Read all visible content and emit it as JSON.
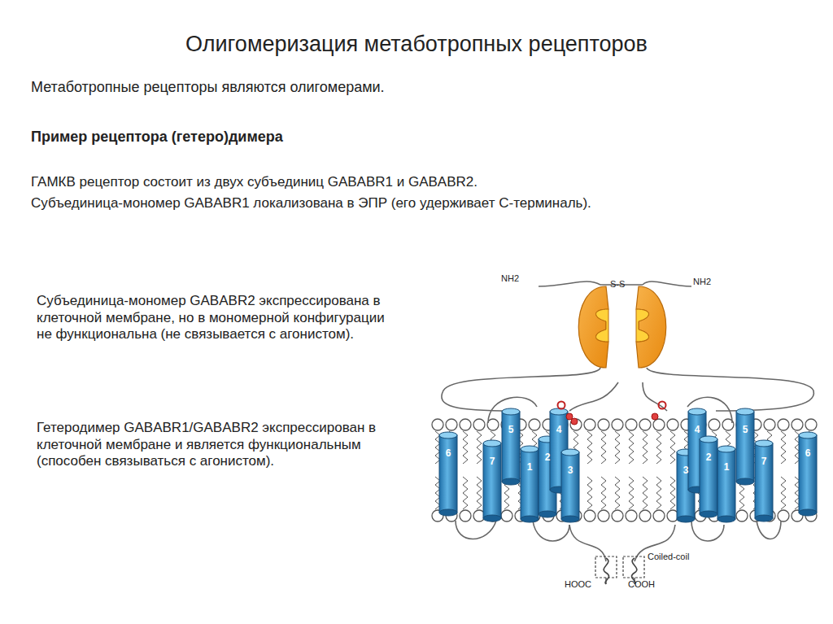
{
  "diagram": {
    "title": "Олигомеризация метаботропных рецепторов",
    "labels": [
      "Метаботропные рецепторы являются олигомерами.",
      "Пример рецептора (гетеро)димера",
      "ГАМКB рецептор состоит из двух субъединиц GABABR1 и GABABR2.",
      "Субъединица-мономер GABABR1 локализована в ЭПР (его удерживает С-терминаль).",
      "Субъединица-мономер GABABR2 экспрессирована в клеточной мембране, но в мономерной конфигурации не функциональна (не связывается с агонистом).",
      "Гетеродимер GABABR1/GABABR2 экспрессирован в клеточной мембране и является функциональным (способен связываться с агонистом).",
      "NH2",
      "S-S",
      "NH2",
      "6",
      "7",
      "5",
      "1",
      "2",
      "4",
      "3",
      "3",
      "4",
      "2",
      "1",
      "5",
      "7",
      "6",
      "Coiled-coil",
      "HOOC",
      "COOH"
    ]
  }
}
